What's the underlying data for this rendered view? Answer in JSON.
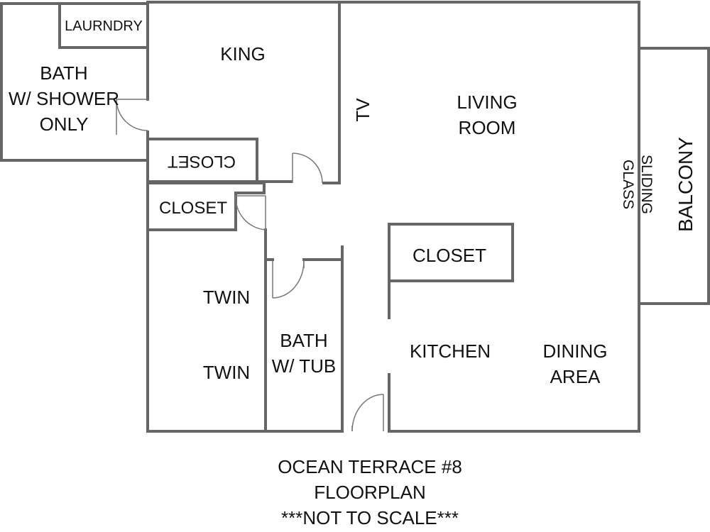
{
  "rooms": {
    "laundry": "LAURNDRY",
    "bath_shower": [
      "BATH",
      "W/ SHOWER",
      "ONLY"
    ],
    "king": "KING",
    "closet_king": "CLOSET",
    "tv": "TV",
    "living_room": [
      "LIVING",
      "ROOM"
    ],
    "closet_hall": "CLOSET",
    "closet_kitchen": "CLOSET",
    "twin_1": "TWIN",
    "twin_2": "TWIN",
    "bath_tub": [
      "BATH",
      "W/ TUB"
    ],
    "kitchen": "KITCHEN",
    "dining_area": [
      "DINING",
      "AREA"
    ],
    "sliding_glass": [
      "SLIDING",
      "GLASS"
    ],
    "balcony": "BALCONY"
  },
  "caption": [
    "OCEAN TERRACE #8",
    "FLOORPLAN",
    "***NOT TO SCALE***"
  ],
  "colors": {
    "wall": "#666666",
    "text": "#111111",
    "background": "#ffffff"
  }
}
